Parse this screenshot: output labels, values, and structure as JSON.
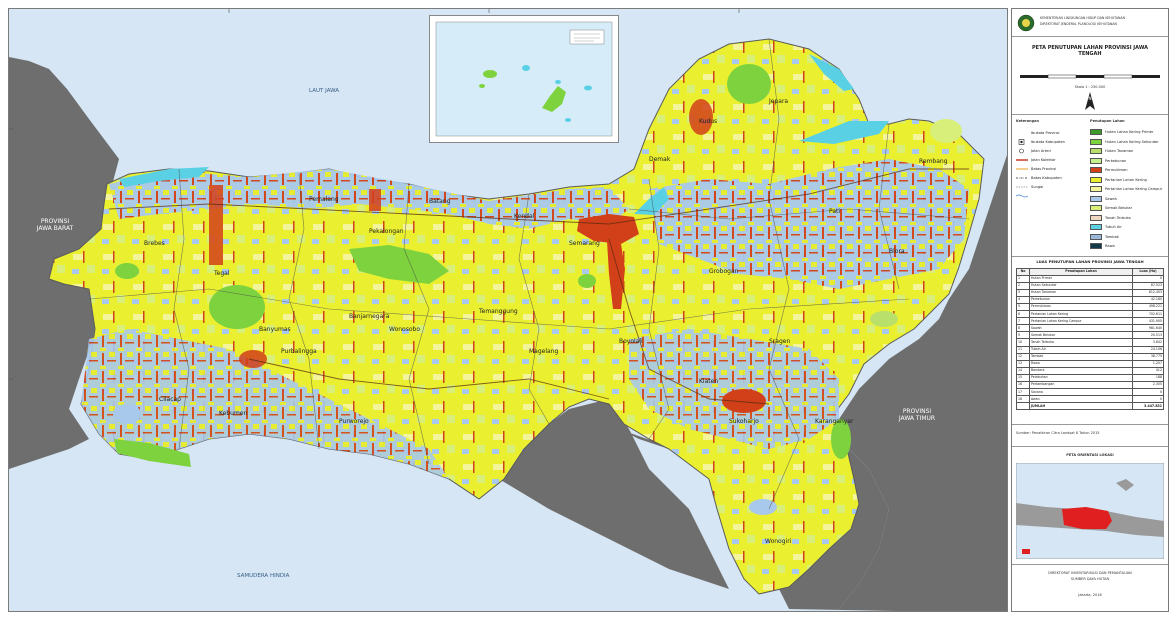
{
  "map": {
    "title": "PETA PENUTUPAN LAHAN PROVINSI JAWA TENGAH",
    "sea_labels": [
      {
        "id": "west",
        "text": "PROVINSI\nJAWA BARAT"
      },
      {
        "id": "east",
        "text": "PROVINSI\nJAWA TIMUR"
      }
    ],
    "water_labels": [
      {
        "id": "north",
        "text": "LAUT JAWA"
      },
      {
        "id": "south",
        "text": "SAMUDERA HINDIA"
      }
    ],
    "regencies": [
      "Brebes",
      "Tegal",
      "Pemalang",
      "Pekalongan",
      "Batang",
      "Kendal",
      "Semarang",
      "Demak",
      "Kudus",
      "Jepara",
      "Pati",
      "Rembang",
      "Blora",
      "Grobogan",
      "Sragen",
      "Banyumas",
      "Cilacap",
      "Purbalingga",
      "Banjarnegara",
      "Wonosobo",
      "Temanggung",
      "Magelang",
      "Boyolali",
      "Klaten",
      "Sukoharjo",
      "Wonogiri",
      "Karanganyar",
      "Kebumen",
      "Purworejo"
    ],
    "land_cover_colors": {
      "dryland_farming": "#e8ee2c",
      "mixed_dryland": "#f4f59a",
      "rice_field": "#a8c8ec",
      "settlement": "#d2401a",
      "forest": "#7ed23e",
      "plantation": "#b8e06a",
      "shrub": "#d8ef7a",
      "water": "#5ad0e4",
      "neighbor": "#6e6e6e",
      "sea": "#d6e6f4"
    }
  },
  "legend": {
    "header_lines": [
      "KEMENTERIAN LINGKUNGAN HIDUP DAN KEHUTANAN",
      "DIREKTORAT JENDERAL PLANOLOGI KEHUTANAN"
    ],
    "title": "PETA PENUTUPAN LAHAN PROVINSI JAWA TENGAH",
    "scale_text": "Skala 1 : 250.000",
    "symbols_title": "Keterangan",
    "symbols": [
      "Ibukota Provinsi",
      "Ibukota Kabupaten",
      "Jalan Arteri",
      "Jalan Kolektor",
      "Batas Provinsi",
      "Batas Kabupaten",
      "Sungai"
    ],
    "classes_title": "Penutupan Lahan",
    "classes": [
      {
        "label": "Hutan Lahan Kering Primer",
        "color": "#3c9a2a"
      },
      {
        "label": "Hutan Lahan Kering Sekunder",
        "color": "#7ed23e"
      },
      {
        "label": "Hutan Tanaman",
        "color": "#b8e06a"
      },
      {
        "label": "Perkebunan",
        "color": "#c8f08c"
      },
      {
        "label": "Permukiman",
        "color": "#d2401a"
      },
      {
        "label": "Pertanian Lahan Kering",
        "color": "#e8ee2c"
      },
      {
        "label": "Pertanian Lahan Kering Campur",
        "color": "#f4f59a"
      },
      {
        "label": "Sawah",
        "color": "#a8c8ec"
      },
      {
        "label": "Semak Belukar",
        "color": "#d8ef7a"
      },
      {
        "label": "Tanah Terbuka",
        "color": "#f0d8c0"
      },
      {
        "label": "Tubuh Air",
        "color": "#5ad0e4"
      },
      {
        "label": "Tambak",
        "color": "#9ab8d8"
      },
      {
        "label": "Rawa",
        "color": "#153a4a"
      }
    ],
    "table_title": "LUAS PENUTUPAN LAHAN PROVINSI JAWA TENGAH",
    "table_headers": [
      "No",
      "Penutupan Lahan",
      "Luas (Ha)"
    ],
    "table_rows": [
      [
        "1",
        "Hutan Primer",
        "0"
      ],
      [
        "2",
        "Hutan Sekunder",
        "87.523"
      ],
      [
        "3",
        "Hutan Tanaman",
        "612.403"
      ],
      [
        "4",
        "Perkebunan",
        "42.180"
      ],
      [
        "5",
        "Permukiman",
        "498.221"
      ],
      [
        "6",
        "Pertanian Lahan Kering",
        "702.611"
      ],
      [
        "7",
        "Pertanian Lahan Kering Campur",
        "431.905"
      ],
      [
        "8",
        "Sawah",
        "981.640"
      ],
      [
        "9",
        "Semak Belukar",
        "20.513"
      ],
      [
        "10",
        "Tanah Terbuka",
        "3.842"
      ],
      [
        "11",
        "Tubuh Air",
        "24.106"
      ],
      [
        "12",
        "Tambak",
        "38.775"
      ],
      [
        "13",
        "Rawa",
        "1.207"
      ],
      [
        "14",
        "Bandara",
        "412"
      ],
      [
        "15",
        "Pelabuhan",
        "188"
      ],
      [
        "16",
        "Pertambangan",
        "2.305"
      ],
      [
        "17",
        "Savana",
        "0"
      ],
      [
        "18",
        "Awan",
        "0"
      ],
      [
        "",
        "JUMLAH",
        "3.447.831"
      ]
    ],
    "source_note": "Sumber: Penafsiran Citra Landsat 8 Tahun 2015",
    "orientation_title": "PETA ORIENTASI LOKASI",
    "footer_lines": [
      "DIREKTORAT INVENTARISASI DAN PEMANTAUAN",
      "SUMBER DAYA HUTAN",
      "Jakarta, 2016"
    ]
  }
}
